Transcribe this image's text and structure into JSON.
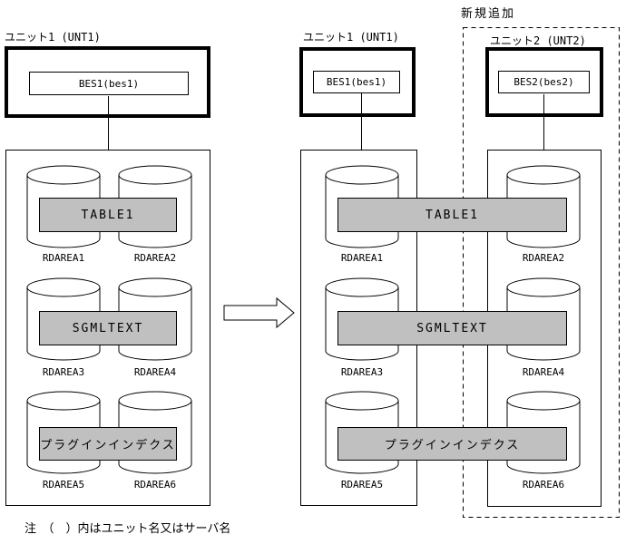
{
  "colors": {
    "band_fill": "#c0c0c0",
    "line": "#000000",
    "background": "#ffffff"
  },
  "new_addition_label": "新規追加",
  "legend_note": "注　（　）内はユニット名又はサーバ名",
  "before": {
    "unit_label": "ユニット1 (UNT1)",
    "server_label": "BES1(bes1)",
    "bands": [
      {
        "label": "TABLE1",
        "rdareas": [
          "RDAREA1",
          "RDAREA2"
        ]
      },
      {
        "label": "SGMLTEXT",
        "rdareas": [
          "RDAREA3",
          "RDAREA4"
        ]
      },
      {
        "label": "プラグインインデクス",
        "rdareas": [
          "RDAREA5",
          "RDAREA6"
        ]
      }
    ]
  },
  "after": {
    "unit1": {
      "unit_label": "ユニット1 (UNT1)",
      "server_label": "BES1(bes1)",
      "rdareas": [
        "RDAREA1",
        "RDAREA3",
        "RDAREA5"
      ]
    },
    "unit2": {
      "unit_label": "ユニット2 (UNT2)",
      "server_label": "BES2(bes2)",
      "rdareas": [
        "RDAREA2",
        "RDAREA4",
        "RDAREA6"
      ]
    },
    "bands": [
      {
        "label": "TABLE1"
      },
      {
        "label": "SGMLTEXT"
      },
      {
        "label": "プラグインインデクス"
      }
    ]
  }
}
